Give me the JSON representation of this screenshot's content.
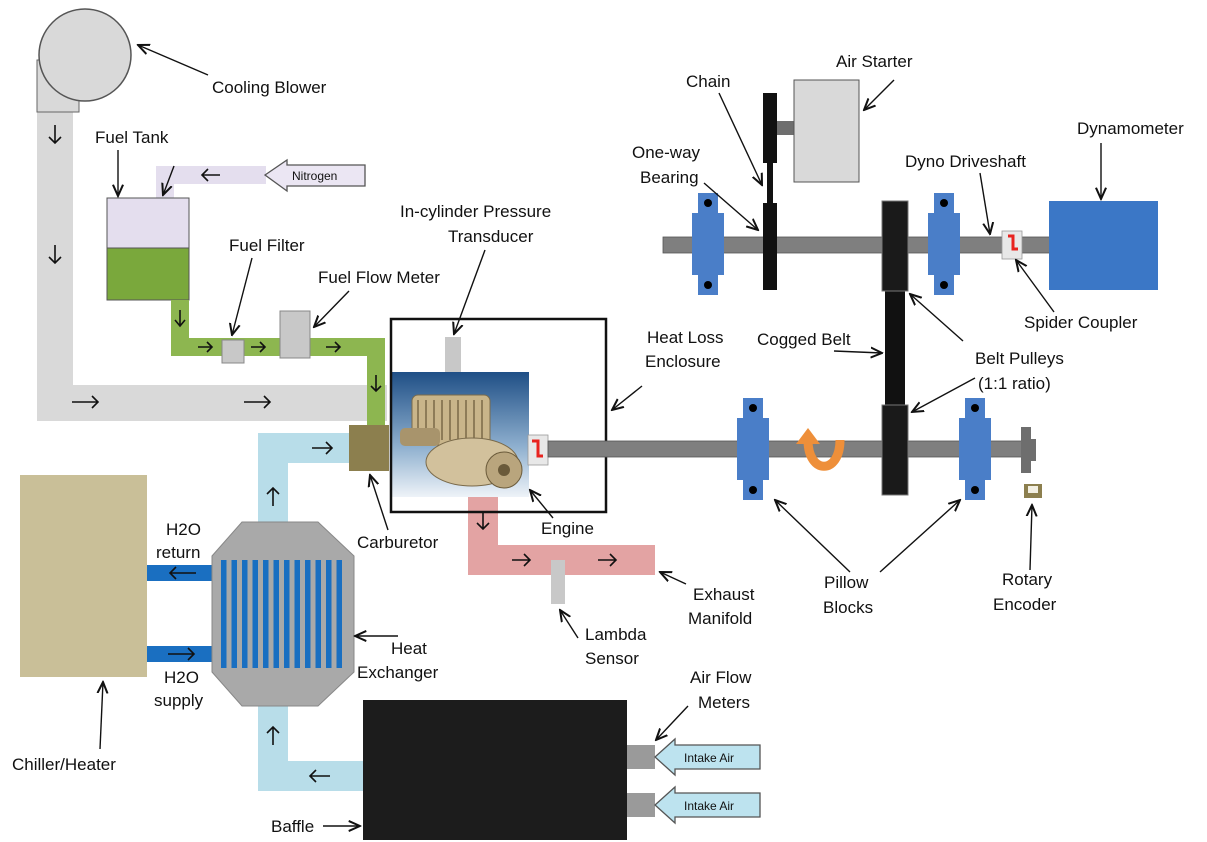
{
  "labels": {
    "cooling_blower": "Cooling Blower",
    "fuel_tank": "Fuel Tank",
    "nitrogen": "Nitrogen",
    "fuel_filter": "Fuel Filter",
    "fuel_flow_meter": "Fuel Flow Meter",
    "pressure_transducer_1": "In-cylinder Pressure",
    "pressure_transducer_2": "Transducer",
    "heat_loss_1": "Heat Loss",
    "heat_loss_2": "Enclosure",
    "engine": "Engine",
    "carburetor": "Carburetor",
    "exhaust_1": "Exhaust",
    "exhaust_2": "Manifold",
    "lambda_1": "Lambda",
    "lambda_2": "Sensor",
    "h2o_return_1": "H2O",
    "h2o_return_2": "return",
    "h2o_supply_1": "H2O",
    "h2o_supply_2": "supply",
    "heat_exchanger_1": "Heat",
    "heat_exchanger_2": "Exchanger",
    "chiller": "Chiller/Heater",
    "baffle": "Baffle",
    "air_flow_1": "Air Flow",
    "air_flow_2": "Meters",
    "intake_air_1": "Intake Air",
    "intake_air_2": "Intake Air",
    "chain": "Chain",
    "air_starter": "Air Starter",
    "one_way_1": "One-way",
    "one_way_2": "Bearing",
    "dyno_driveshaft": "Dyno Driveshaft",
    "dynamometer": "Dynamometer",
    "spider_coupler": "Spider Coupler",
    "cogged_belt": "Cogged Belt",
    "belt_pulleys_1": "Belt Pulleys",
    "belt_pulleys_2": "(1:1 ratio)",
    "pillow_1": "Pillow",
    "pillow_2": "Blocks",
    "rotary_1": "Rotary",
    "rotary_2": "Encoder"
  },
  "colors": {
    "cooling_air": "#d9d9d9",
    "fuel_line": "#8db650",
    "fuel": "#7aa83c",
    "nitrogen": "#e4deee",
    "coolant_loop": "#b8dde9",
    "water_line": "#1a6fc1",
    "exhaust": "#e3a3a3",
    "bearing": "#4a7ec8",
    "dynamometer": "#3b77c6",
    "shaft": "#7f7f7f",
    "chiller": "#c9bf98",
    "carburetor": "#8c7f4e",
    "plenum": "#1c1c1c",
    "rotation": "#ee8f3a"
  }
}
